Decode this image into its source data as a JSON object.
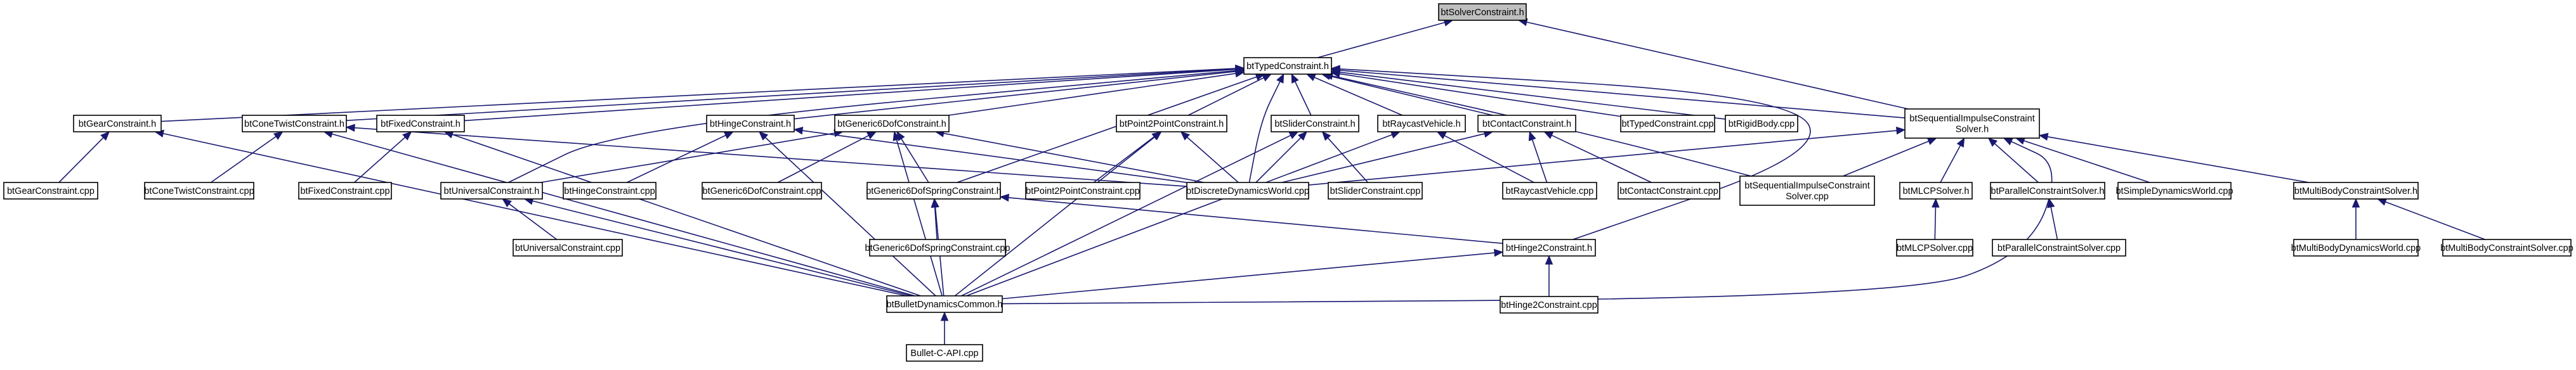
{
  "graph": {
    "title": "",
    "nodes": [
      {
        "id": "root",
        "label": "btSolverConstraint.h",
        "highlight": true
      },
      {
        "id": "typed",
        "label": "btTypedConstraint.h"
      },
      {
        "id": "gear",
        "label": "btGearConstraint.h"
      },
      {
        "id": "cone",
        "label": "btConeTwistConstraint.h"
      },
      {
        "id": "fixed",
        "label": "btFixedConstraint.h"
      },
      {
        "id": "hinge",
        "label": "btHingeConstraint.h"
      },
      {
        "id": "g6dof",
        "label": "btGeneric6DofConstraint.h"
      },
      {
        "id": "p2p",
        "label": "btPoint2PointConstraint.h"
      },
      {
        "id": "slider",
        "label": "btSliderConstraint.h"
      },
      {
        "id": "raycast",
        "label": "btRaycastVehicle.h"
      },
      {
        "id": "contact",
        "label": "btContactConstraint.h"
      },
      {
        "id": "typedcpp",
        "label": "btTypedConstraint.cpp"
      },
      {
        "id": "rigidcpp",
        "label": "btRigidBody.cpp"
      },
      {
        "id": "sis",
        "label": "btSequentialImpulseConstraint\nSolver.h"
      },
      {
        "id": "gearcpp",
        "label": "btGearConstraint.cpp"
      },
      {
        "id": "conecpp",
        "label": "btConeTwistConstraint.cpp"
      },
      {
        "id": "fixedcpp",
        "label": "btFixedConstraint.cpp"
      },
      {
        "id": "universal",
        "label": "btUniversalConstraint.h"
      },
      {
        "id": "hingecpp",
        "label": "btHingeConstraint.cpp"
      },
      {
        "id": "g6dofcpp",
        "label": "btGeneric6DofConstraint.cpp"
      },
      {
        "id": "g6dofspring",
        "label": "btGeneric6DofSpringConstraint.h"
      },
      {
        "id": "p2pcpp",
        "label": "btPoint2PointConstraint.cpp"
      },
      {
        "id": "ddw",
        "label": "btDiscreteDynamicsWorld.cpp"
      },
      {
        "id": "slidercpp",
        "label": "btSliderConstraint.cpp"
      },
      {
        "id": "raycastcpp",
        "label": "btRaycastVehicle.cpp"
      },
      {
        "id": "contactcpp",
        "label": "btContactConstraint.cpp"
      },
      {
        "id": "siscpp",
        "label": "btSequentialImpulseConstraint\nSolver.cpp"
      },
      {
        "id": "mlcp",
        "label": "btMLCPSolver.h"
      },
      {
        "id": "parallel",
        "label": "btParallelConstraintSolver.h"
      },
      {
        "id": "simplecpp",
        "label": "btSimpleDynamicsWorld.cpp"
      },
      {
        "id": "mbcs",
        "label": "btMultiBodyConstraintSolver.h"
      },
      {
        "id": "universalcpp",
        "label": "btUniversalConstraint.cpp"
      },
      {
        "id": "g6dofspringcpp",
        "label": "btGeneric6DofSpringConstraint.cpp"
      },
      {
        "id": "hinge2",
        "label": "btHinge2Constraint.h"
      },
      {
        "id": "mlcpcpp",
        "label": "btMLCPSolver.cpp"
      },
      {
        "id": "parallelcpp",
        "label": "btParallelConstraintSolver.cpp"
      },
      {
        "id": "mbdwcpp",
        "label": "btMultiBodyDynamicsWorld.cpp"
      },
      {
        "id": "mbcscpp",
        "label": "btMultiBodyConstraintSolver.cpp"
      },
      {
        "id": "common",
        "label": "btBulletDynamicsCommon.h"
      },
      {
        "id": "hinge2cpp",
        "label": "btHinge2Constraint.cpp"
      },
      {
        "id": "capi",
        "label": "Bullet-C-API.cpp"
      }
    ],
    "edges": [
      [
        "typed",
        "root"
      ],
      [
        "sis",
        "root"
      ],
      [
        "gear",
        "typed"
      ],
      [
        "cone",
        "typed"
      ],
      [
        "fixed",
        "typed"
      ],
      [
        "hinge",
        "typed"
      ],
      [
        "g6dof",
        "typed"
      ],
      [
        "p2p",
        "typed"
      ],
      [
        "slider",
        "typed"
      ],
      [
        "raycast",
        "typed"
      ],
      [
        "contact",
        "typed"
      ],
      [
        "typedcpp",
        "typed"
      ],
      [
        "rigidcpp",
        "typed"
      ],
      [
        "sis",
        "typed"
      ],
      [
        "universal",
        "typed"
      ],
      [
        "g6dofspring",
        "typed"
      ],
      [
        "ddw",
        "typed"
      ],
      [
        "siscpp",
        "typed"
      ],
      [
        "hinge2",
        "typed"
      ],
      [
        "gearcpp",
        "gear"
      ],
      [
        "common",
        "gear"
      ],
      [
        "conecpp",
        "cone"
      ],
      [
        "ddw",
        "cone"
      ],
      [
        "common",
        "cone"
      ],
      [
        "fixedcpp",
        "fixed"
      ],
      [
        "common",
        "fixed"
      ],
      [
        "hingecpp",
        "hinge"
      ],
      [
        "ddw",
        "hinge"
      ],
      [
        "common",
        "hinge"
      ],
      [
        "universal",
        "g6dof"
      ],
      [
        "g6dofcpp",
        "g6dof"
      ],
      [
        "g6dofspring",
        "g6dof"
      ],
      [
        "ddw",
        "g6dof"
      ],
      [
        "common",
        "g6dof"
      ],
      [
        "p2pcpp",
        "p2p"
      ],
      [
        "ddw",
        "p2p"
      ],
      [
        "common",
        "p2p"
      ],
      [
        "ddw",
        "slider"
      ],
      [
        "slidercpp",
        "slider"
      ],
      [
        "common",
        "slider"
      ],
      [
        "raycastcpp",
        "raycast"
      ],
      [
        "common",
        "raycast"
      ],
      [
        "ddw",
        "contact"
      ],
      [
        "raycastcpp",
        "contact"
      ],
      [
        "contactcpp",
        "contact"
      ],
      [
        "ddw",
        "sis"
      ],
      [
        "siscpp",
        "sis"
      ],
      [
        "mlcp",
        "sis"
      ],
      [
        "parallel",
        "sis"
      ],
      [
        "simplecpp",
        "sis"
      ],
      [
        "mbcs",
        "sis"
      ],
      [
        "common",
        "sis"
      ],
      [
        "universalcpp",
        "universal"
      ],
      [
        "common",
        "universal"
      ],
      [
        "g6dofspringcpp",
        "g6dofspring"
      ],
      [
        "hinge2",
        "g6dofspring"
      ],
      [
        "common",
        "g6dofspring"
      ],
      [
        "mlcpcpp",
        "mlcp"
      ],
      [
        "parallelcpp",
        "parallel"
      ],
      [
        "mbdwcpp",
        "mbcs"
      ],
      [
        "mbcscpp",
        "mbcs"
      ],
      [
        "common",
        "hinge2"
      ],
      [
        "hinge2cpp",
        "hinge2"
      ],
      [
        "capi",
        "common"
      ]
    ]
  }
}
